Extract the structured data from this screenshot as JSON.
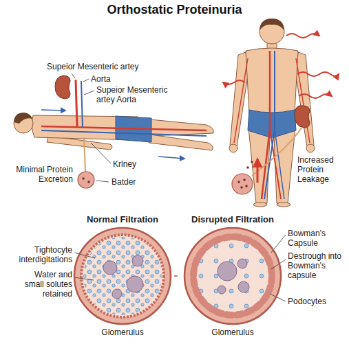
{
  "diagram": {
    "title": "Orthostatic Proteinuria",
    "nodes": [
      {
        "text": [
          "Normal Filtration",
          "Glomerulus"
        ]
      },
      {
        "text": [
          "Disrupted Filtration",
          "Glomerulus"
        ]
      }
    ],
    "edges": [
      {
        "from": 0,
        "to": 1,
        "arrow": "none"
      }
    ],
    "labels": [
      "Supeior Mesenteric artey",
      "Aorta",
      "Supeior Mesenteric artey Aorta",
      "Minimal Protein Excretion",
      "Krlney",
      "Batder",
      "Increased Protein Leakage",
      "Tightocyte interdigitations",
      "Water and small solutes retained",
      "Bowman's Capsule",
      "Destrough into Bowman's capsule",
      "Podocytes"
    ]
  }
}
